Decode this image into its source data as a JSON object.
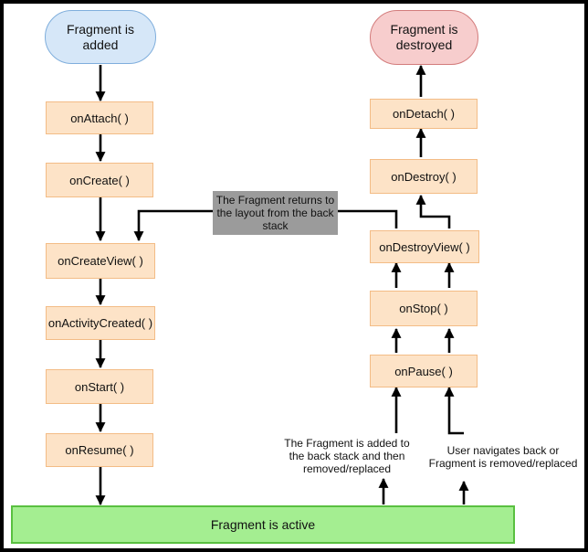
{
  "nodes": {
    "fragment_added": "Fragment is\nadded",
    "on_attach": "onAttach( )",
    "on_create": "onCreate( )",
    "on_create_view": "onCreateView( )",
    "on_activity_created": "onActivityCreated( )",
    "on_start": "onStart( )",
    "on_resume": "onResume( )",
    "fragment_active": "Fragment is active",
    "fragment_destroyed": "Fragment is\ndestroyed",
    "on_detach": "onDetach( )",
    "on_destroy": "onDestroy( )",
    "on_destroy_view": "onDestroyView( )",
    "on_stop": "onStop( )",
    "on_pause": "onPause( )"
  },
  "notes": {
    "back_stack_return": "The Fragment returns to\nthe layout from the back\nstack",
    "added_to_back_stack": "The Fragment is added to\nthe back stack and then\nremoved/replaced",
    "user_navigates_back": "User navigates back or\nFragment is removed/replaced"
  },
  "colors": {
    "start_fill": "#d6e7f8",
    "end_fill": "#f7cdcd",
    "step_fill": "#fde3c7",
    "active_fill": "#a4ee91",
    "note_fill": "#9b9b9b"
  }
}
